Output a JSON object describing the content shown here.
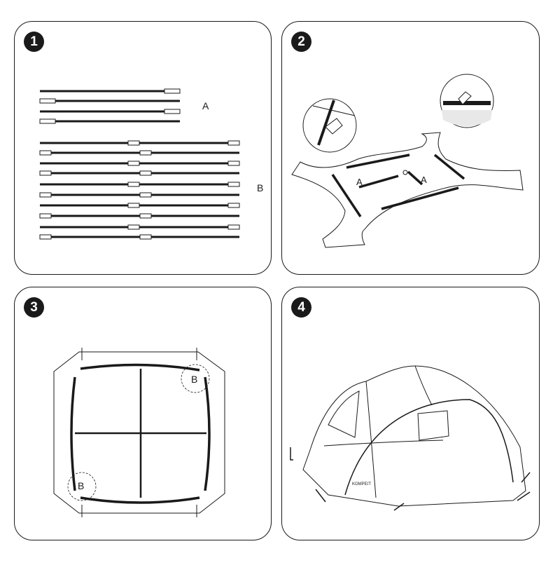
{
  "panels": [
    {
      "step": "1",
      "labels": {
        "a": "A",
        "b": "B"
      }
    },
    {
      "step": "2",
      "labels": {
        "a_left": "A",
        "a_right": "A"
      }
    },
    {
      "step": "3",
      "labels": {
        "b_top": "B",
        "b_bottom": "B"
      }
    },
    {
      "step": "4",
      "brand": "KOMPEIT"
    }
  ]
}
